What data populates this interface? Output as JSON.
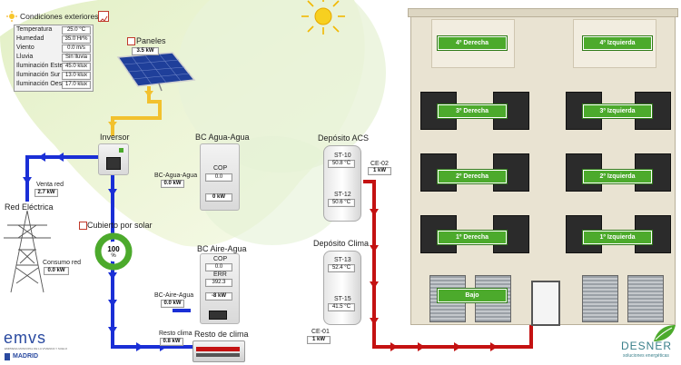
{
  "weather": {
    "title": "Condiciones exteriores",
    "rows": [
      {
        "label": "Temperatura",
        "value": "25.0 °C"
      },
      {
        "label": "Humedad",
        "value": "35.0 Hr%"
      },
      {
        "label": "Viento",
        "value": "0.0 m/s"
      },
      {
        "label": "Lluvia",
        "value": "Sin lluvia"
      },
      {
        "label": "Iluminación Este",
        "value": "45.0 klux"
      },
      {
        "label": "Iluminación Sur",
        "value": "13.0 klux"
      },
      {
        "label": "Iluminación Oeste",
        "value": "17.0 klux"
      }
    ]
  },
  "panels": {
    "title": "Paneles",
    "value": "3.5 kW"
  },
  "inverter": {
    "title": "Inversor"
  },
  "grid": {
    "title": "Red Eléctrica",
    "sale_label": "Venta red",
    "sale_value": "2.7 kW",
    "consumption_label": "Consumo red",
    "consumption_value": "0.0 kW"
  },
  "solar_coverage": {
    "title": "Cubierto por solar",
    "percent": 100,
    "percent_text": "100",
    "unit": "%"
  },
  "bc_agua": {
    "title": "BC Agua-Agua",
    "cop_label": "COP",
    "cop": "0.0",
    "power": "0 kW",
    "side_label": "BC-Agua-Agua",
    "side_value": "0.0 kW"
  },
  "bc_aire": {
    "title": "BC Aire-Agua",
    "cop_label": "COP",
    "cop": "0.0",
    "err_label": "ERR",
    "err": "392.3",
    "power": "-8 kW",
    "side_label": "BC-Aire-Agua",
    "side_value": "0.0 kW"
  },
  "resto": {
    "title": "Resto de clima",
    "label": "Resto clima",
    "value": "0.8 kW"
  },
  "acs": {
    "title": "Depósito ACS",
    "t1_label": "ST-10",
    "t1": "50.8 °C",
    "t2_label": "ST-12",
    "t2": "50.6 °C",
    "ce_label": "CE-02",
    "ce_value": "1 kW"
  },
  "clima": {
    "title": "Depósito Clima",
    "t1_label": "ST-13",
    "t1": "52.4 °C",
    "t2_label": "ST-15",
    "t2": "41.5 °C",
    "ce_label": "CE-01",
    "ce_value": "1 kW"
  },
  "building": {
    "buttons": {
      "d4": "4º Derecha",
      "i4": "4º Izquierda",
      "d3": "3º Derecha",
      "i3": "3º Izquierda",
      "d2": "2º Derecha",
      "i2": "2º Izquierda",
      "d1": "1º Derecha",
      "i1": "1º Izquierda",
      "bajo": "Bajo"
    }
  },
  "logos": {
    "emvs": "emvs",
    "emvs_sub": "EMPRESA MUNICIPAL DE LA VIVIENDA Y SUELO",
    "madrid": "MADRID",
    "desnes": "DESNER",
    "desnes_sub": "soluciones energéticas"
  },
  "colors": {
    "solar": "#f2c12e",
    "electric": "#1a2fd6",
    "heat": "#c41212",
    "button": "#4caa2c"
  }
}
